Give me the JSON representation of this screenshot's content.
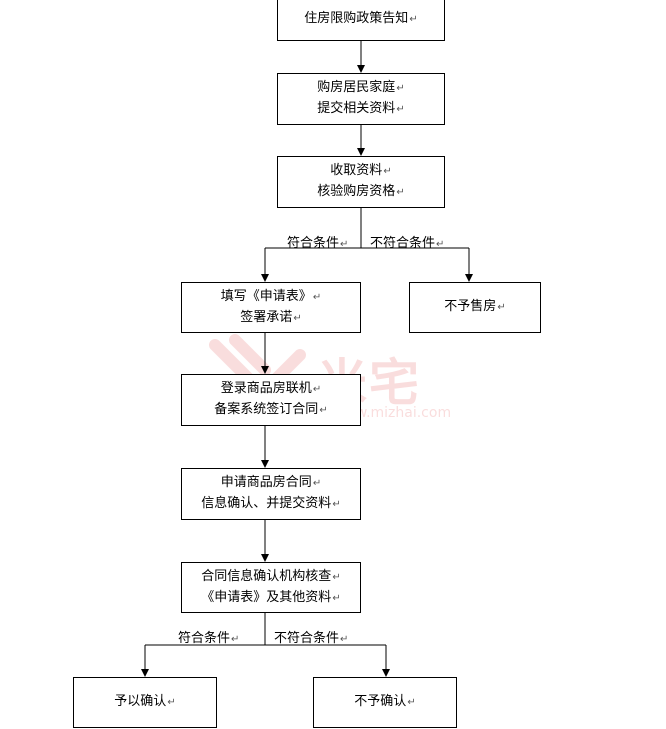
{
  "pilcrow": "↵",
  "watermark": {
    "brand": "米宅",
    "url": "www.mizhai.com"
  },
  "boxes": {
    "b1": [
      "住房限购政策告知"
    ],
    "b2": [
      "购房居民家庭",
      "提交相关资料"
    ],
    "b3": [
      "收取资料",
      "核验购房资格"
    ],
    "b4": [
      "填写《申请表》",
      "签署承诺"
    ],
    "b5": [
      "不予售房"
    ],
    "b6": [
      "登录商品房联机",
      "备案系统签订合同"
    ],
    "b7": [
      "申请商品房合同",
      "信息确认、并提交资料"
    ],
    "b8": [
      "合同信息确认机构核查",
      "《申请表》及其他资料"
    ],
    "b9": [
      "予以确认"
    ],
    "b10": [
      "不予确认"
    ]
  },
  "labels": {
    "eligible_1": "符合条件",
    "ineligible_1": "不符合条件",
    "eligible_2": "符合条件",
    "ineligible_2": "不符合条件"
  }
}
